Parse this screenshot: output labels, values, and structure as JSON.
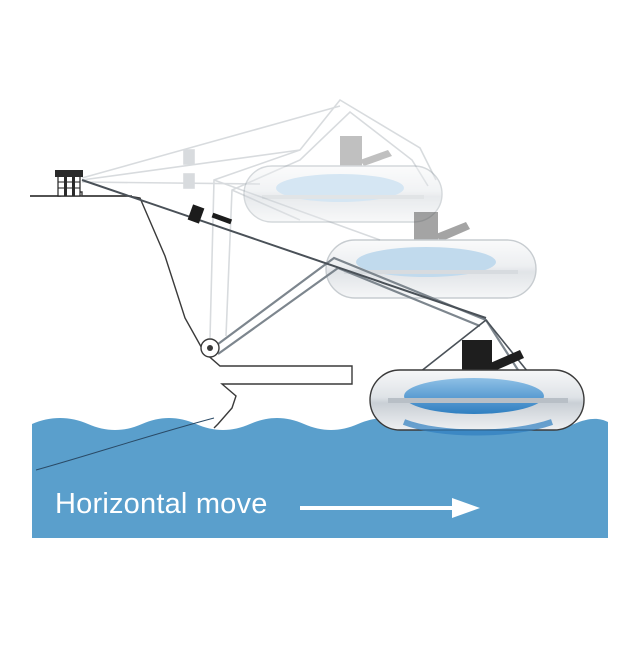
{
  "caption": "Horizontal move",
  "colors": {
    "water": "#5a9fcc",
    "water_light": "#7db6dc",
    "hull_stroke": "#3a3a3a",
    "tube": "#e9ecef",
    "tube_stripe": "#b8bfc6",
    "floor_blue": "#2f7fc1",
    "motor": "#1e1e1e",
    "arrow": "#ffffff"
  },
  "icons": [
    "winch-icon",
    "davit-arm",
    "dinghy",
    "outboard-motor",
    "pulley-block",
    "arrow-right-icon"
  ]
}
